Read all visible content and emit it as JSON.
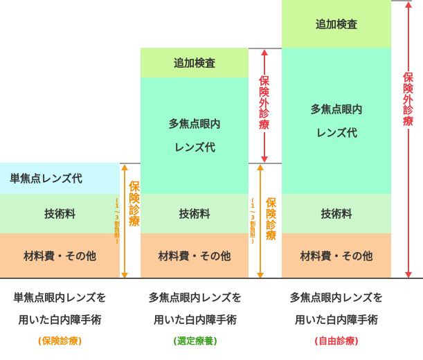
{
  "colors": {
    "materials": "#fdcc9c",
    "technical": "#ccf6cc",
    "single_lens": "#ccf9fc",
    "multi_lens": "#9dffd0",
    "additional": "#cdf99d",
    "insured_arrow": "#ef9a1c",
    "non_insured_arrow": "#f04040",
    "caption_orange": "#f08c00",
    "caption_green": "#3ca020",
    "caption_red": "#e8323c"
  },
  "columns": [
    {
      "blocks": {
        "single_lens": "単焦点レンズ代",
        "technical": "技術料",
        "materials": "材料費・その他"
      },
      "caption": {
        "line1": "単焦点眼内レンズを",
        "line2": "用いた白内障手術",
        "tag": "(保険診療)"
      }
    },
    {
      "blocks": {
        "additional": "追加検査",
        "multi_lens_1": "多焦点眼内",
        "multi_lens_2": "レンズ代",
        "technical": "技術料",
        "materials": "材料費・その他"
      },
      "caption": {
        "line1": "多焦点眼内レンズを",
        "line2": "用いた白内障手術",
        "tag": "(選定療養)"
      }
    },
    {
      "blocks": {
        "additional": "追加検査",
        "multi_lens_1": "多焦点眼内",
        "multi_lens_2": "レンズ代",
        "technical": "技術料",
        "materials": "材料費・その他"
      },
      "caption": {
        "line1": "多焦点眼内レンズを",
        "line2": "用いた白内障手術",
        "tag": "(自由診療)"
      }
    }
  ],
  "labels": {
    "insured_a_chars": [
      "保",
      "険",
      "診",
      "療"
    ],
    "insured_a_sub": [
      "(",
      "1",
      "〜",
      "3",
      "割",
      "負",
      "担",
      ")"
    ],
    "non_insured_b_chars": [
      "保",
      "険",
      "外",
      "診",
      "療"
    ],
    "insured_b_chars": [
      "保",
      "険",
      "診",
      "療"
    ],
    "insured_b_sub": [
      "(",
      "1",
      "〜",
      "3",
      "割",
      "負",
      "担",
      ")"
    ],
    "non_insured_c_chars": [
      "保",
      "険",
      "外",
      "診",
      "療"
    ]
  }
}
